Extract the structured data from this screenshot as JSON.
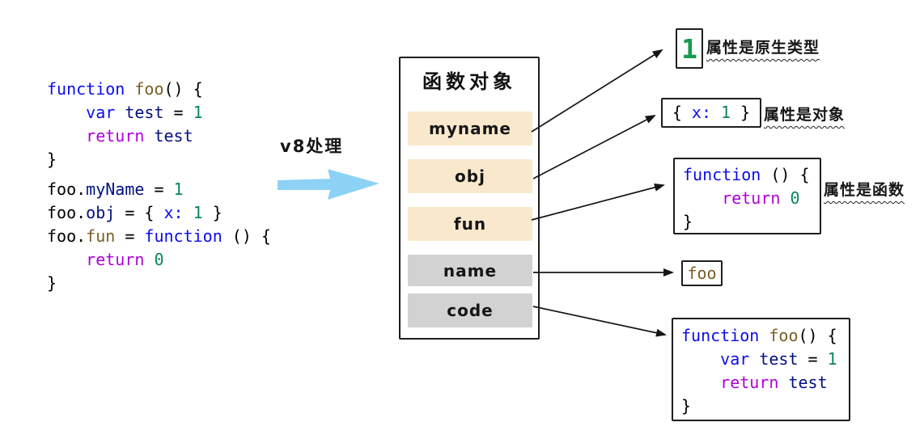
{
  "colors": {
    "background": "#ffffff",
    "row_highlight": "#FAE8CC",
    "row_plain": "#D2D2D2",
    "v8_arrow_blue": "#8DD2F5",
    "connector_black": "#151515",
    "token_keyword_blue": "#0b0bee",
    "token_function_olive": "#795E26",
    "token_variable_navy": "#001080",
    "token_number_green": "#098658",
    "token_return_magenta": "#AF00DB",
    "primitive_value_green": "#169A4E"
  },
  "left_code": {
    "lines": [
      [
        {
          "t": "function ",
          "c": "kw"
        },
        {
          "t": "foo",
          "c": "fn"
        },
        {
          "t": "() {",
          "c": "pl"
        }
      ],
      [
        {
          "t": "    ",
          "c": "pl"
        },
        {
          "t": "var ",
          "c": "kw"
        },
        {
          "t": "test",
          "c": "vr"
        },
        {
          "t": " = ",
          "c": "pl"
        },
        {
          "t": "1",
          "c": "num"
        }
      ],
      [
        {
          "t": "    ",
          "c": "pl"
        },
        {
          "t": "return ",
          "c": "ret"
        },
        {
          "t": "test",
          "c": "vr"
        }
      ],
      [
        {
          "t": "}",
          "c": "pl"
        }
      ],
      [
        {
          "t": "foo.",
          "c": "pl"
        },
        {
          "t": "myName",
          "c": "vr"
        },
        {
          "t": " = ",
          "c": "pl"
        },
        {
          "t": "1",
          "c": "num"
        }
      ],
      [
        {
          "t": "foo.",
          "c": "pl"
        },
        {
          "t": "obj",
          "c": "vr"
        },
        {
          "t": " = { ",
          "c": "pl"
        },
        {
          "t": "x:",
          "c": "kw"
        },
        {
          "t": " ",
          "c": "pl"
        },
        {
          "t": "1",
          "c": "num"
        },
        {
          "t": " }",
          "c": "pl"
        }
      ],
      [
        {
          "t": "foo.",
          "c": "pl"
        },
        {
          "t": "fun",
          "c": "fn"
        },
        {
          "t": " = ",
          "c": "pl"
        },
        {
          "t": "function",
          "c": "kw"
        },
        {
          "t": " () {",
          "c": "pl"
        }
      ],
      [
        {
          "t": "    ",
          "c": "pl"
        },
        {
          "t": "return ",
          "c": "ret"
        },
        {
          "t": "0",
          "c": "num"
        }
      ],
      [
        {
          "t": "}",
          "c": "pl"
        }
      ]
    ]
  },
  "v8": {
    "label": "v8处理"
  },
  "function_object": {
    "title": "函数对象",
    "rows": [
      {
        "label": "myname",
        "type": "highlight"
      },
      {
        "label": "obj",
        "type": "highlight"
      },
      {
        "label": "fun",
        "type": "highlight"
      },
      {
        "label": "name",
        "type": "plain"
      },
      {
        "label": "code",
        "type": "plain"
      }
    ]
  },
  "values": {
    "primitive": "1",
    "object_lines": [
      [
        {
          "t": "{ ",
          "c": "pl"
        },
        {
          "t": "x:",
          "c": "kw"
        },
        {
          "t": " ",
          "c": "pl"
        },
        {
          "t": "1",
          "c": "num"
        },
        {
          "t": " }",
          "c": "pl"
        }
      ]
    ],
    "function_lines": [
      [
        {
          "t": "function",
          "c": "kw"
        },
        {
          "t": " () {",
          "c": "pl"
        }
      ],
      [
        {
          "t": "    ",
          "c": "pl"
        },
        {
          "t": "return ",
          "c": "ret"
        },
        {
          "t": "0",
          "c": "num"
        }
      ],
      [
        {
          "t": "}",
          "c": "pl"
        }
      ]
    ],
    "name_lines": [
      [
        {
          "t": "foo",
          "c": "fn"
        }
      ]
    ],
    "code_lines": [
      [
        {
          "t": "function ",
          "c": "kw"
        },
        {
          "t": "foo",
          "c": "fn"
        },
        {
          "t": "() {",
          "c": "pl"
        }
      ],
      [
        {
          "t": "    ",
          "c": "pl"
        },
        {
          "t": "var ",
          "c": "kw"
        },
        {
          "t": "test",
          "c": "vr"
        },
        {
          "t": " = ",
          "c": "pl"
        },
        {
          "t": "1",
          "c": "num"
        }
      ],
      [
        {
          "t": "    ",
          "c": "pl"
        },
        {
          "t": "return ",
          "c": "ret"
        },
        {
          "t": "test",
          "c": "vr"
        }
      ],
      [
        {
          "t": "}",
          "c": "pl"
        }
      ]
    ]
  },
  "annotations": {
    "primitive": "属性是原生类型",
    "object": "属性是对象",
    "function": "属性是函数"
  }
}
